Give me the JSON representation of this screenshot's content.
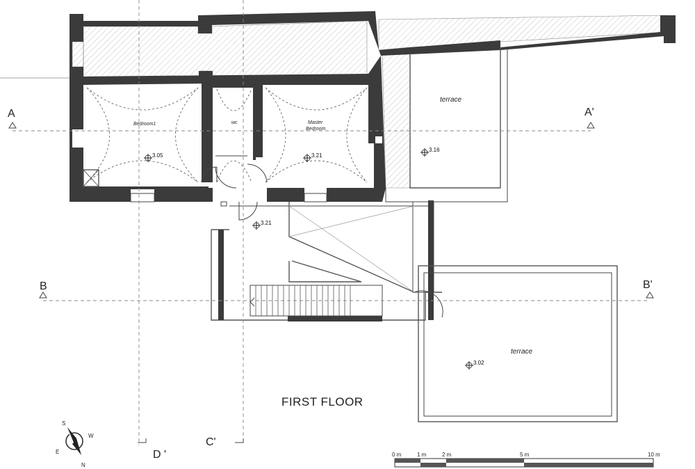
{
  "title": "FIRST FLOOR",
  "rooms": {
    "bedroom1": "Bedroom1",
    "wc": "wc",
    "master_line1": "Master",
    "master_line2": "Bedroom",
    "terrace_top": "terrace",
    "terrace_bottom": "terrace"
  },
  "levels": {
    "bedroom1": "3.05",
    "master": "3.21",
    "terrace_top": "3.16",
    "landing": "3.21",
    "terrace_bottom": "3.02"
  },
  "sections": {
    "a_left": "A",
    "a_right": "A'",
    "b_left": "B",
    "b_right": "B'",
    "c": "C'",
    "d": "D '"
  },
  "compass": {
    "s": "S",
    "w": "W",
    "e": "E",
    "n": "N"
  },
  "scale_labels": [
    "0 m",
    "1 m",
    "2 m",
    "5 m",
    "10 m"
  ]
}
